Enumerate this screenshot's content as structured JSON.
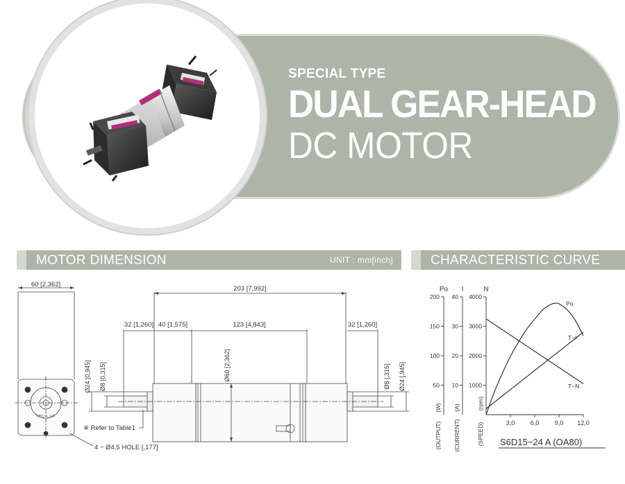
{
  "banner": {
    "special_type": "SPECIAL TYPE",
    "title_main": "DUAL GEAR-HEAD",
    "title_sub": "DC MOTOR"
  },
  "motor_dimension": {
    "header": "MOTOR DIMENSION",
    "unit": "UNIT : mm[inch]",
    "front_width": "60 [2,362]",
    "overall_length": "203 [7,992]",
    "shaft_left": "32 [1,260]",
    "gear_left": "40 [1,575]",
    "body_length": "123 [4,843]",
    "shaft_right": "32 [1,260]",
    "dia_24_left": "Ø24 [0,945]",
    "dia_8_left": "Ø8 [0,315]",
    "dia_60": "Ø60 [2,362]",
    "dia_8_right": "Ø8 [,315]",
    "dia_24_right": "Ø24 [,945]",
    "refer_note": "※ Refer to Table1",
    "hole_note": "4 − Ø4,5 HOLE [,177]",
    "plate_text": "SPG co., Ltd."
  },
  "characteristic_curve": {
    "header": "CHARACTERISTIC CURVE",
    "model": "S6D15−24 A  (OA80)",
    "col_po": "Po",
    "col_i": "I",
    "col_n": "N",
    "label_output": "(OUTPUT)",
    "label_current": "(CURRENT)",
    "label_speed": "(SPEED)",
    "unit_w": "(W)",
    "unit_a": "(A)",
    "unit_rpm": "(rpm)",
    "curve_po": "Po",
    "curve_ti": "T−I",
    "curve_tn": "T−N"
  },
  "chart_data": {
    "type": "line",
    "xlabel": "",
    "x_ticks": [
      "3,0",
      "6,0",
      "9,0",
      "12,0"
    ],
    "xlim": [
      0,
      12
    ],
    "axes": [
      {
        "name": "Po",
        "unit": "(W)",
        "label": "(OUTPUT)",
        "ticks": [
          "50",
          "100",
          "150",
          "200"
        ],
        "range": [
          0,
          200
        ]
      },
      {
        "name": "I",
        "unit": "(A)",
        "label": "(CURRENT)",
        "ticks": [
          "10",
          "20",
          "30",
          "40"
        ],
        "range": [
          0,
          40
        ]
      },
      {
        "name": "N",
        "unit": "(rpm)",
        "label": "(SPEED)",
        "ticks": [
          "1000",
          "2000",
          "3000",
          "4000"
        ],
        "range": [
          0,
          4000
        ]
      }
    ],
    "series": [
      {
        "name": "Po",
        "axis": "Po",
        "x": [
          0,
          1,
          2,
          3,
          4,
          5,
          6,
          7,
          8,
          8.5,
          9,
          10,
          11,
          12
        ],
        "y": [
          0,
          38,
          70,
          99,
          123,
          145,
          162,
          178,
          187,
          189,
          188,
          178,
          160,
          134
        ]
      },
      {
        "name": "T−I",
        "axis": "I",
        "x": [
          0,
          12
        ],
        "y": [
          2,
          28
        ]
      },
      {
        "name": "T−N",
        "axis": "N",
        "x": [
          0,
          12
        ],
        "y": [
          3250,
          1050
        ]
      }
    ]
  }
}
